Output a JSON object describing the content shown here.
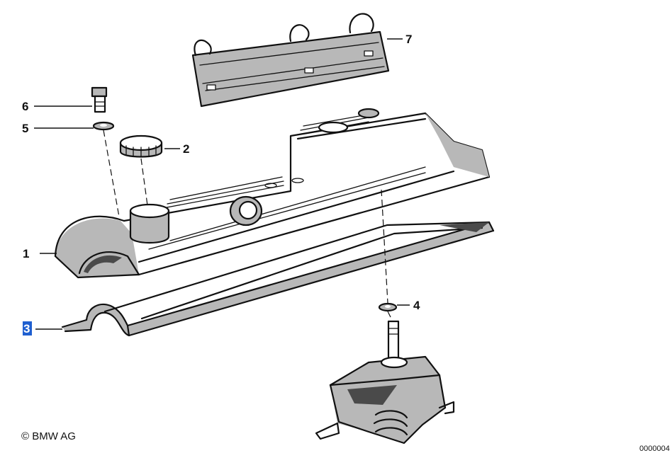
{
  "callouts": {
    "c1": "1",
    "c2": "2",
    "c3": "3",
    "c4": "4",
    "c5": "5",
    "c6": "6",
    "c7": "7"
  },
  "selected_callout": "3",
  "copyright": "© BMW AG",
  "part_number_fragment": "0000004",
  "colors": {
    "ink": "#111111",
    "shade": "#b8b8b8",
    "selection": "#1f5fd0"
  }
}
